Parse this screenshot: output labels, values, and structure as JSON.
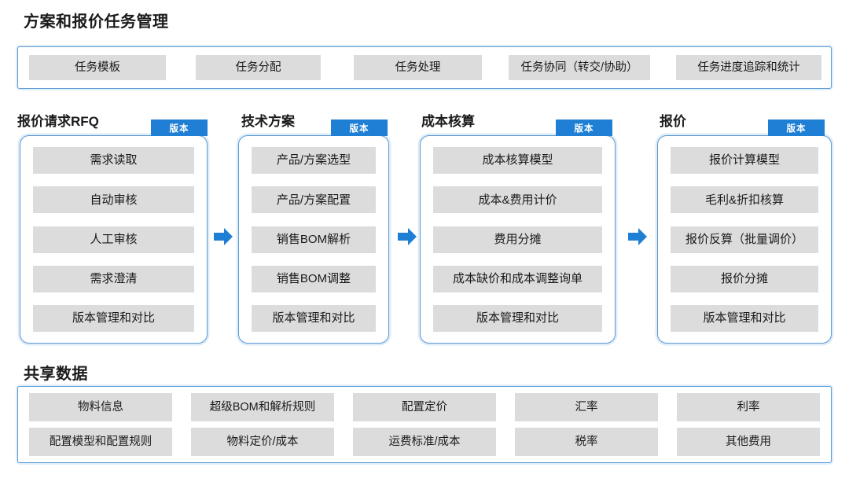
{
  "theme": {
    "accent_blue": "#1f7fd4",
    "border_blue": "#5b9bd5",
    "chip_gray": "#dcdcdc",
    "text_dark": "#1a1a1a",
    "page_bg": "#ffffff"
  },
  "top_section": {
    "title": "方案和报价任务管理",
    "items": [
      {
        "label": "任务模板"
      },
      {
        "label": "任务分配"
      },
      {
        "label": "任务处理"
      },
      {
        "label": "任务协同（转交/协助）"
      },
      {
        "label": "任务进度追踪和统计"
      }
    ]
  },
  "stages": [
    {
      "title": "报价请求RFQ",
      "badge": "版本",
      "items": [
        "需求读取",
        "自动审核",
        "人工审核",
        "需求澄清",
        "版本管理和对比"
      ]
    },
    {
      "title": "技术方案",
      "badge": "版本",
      "items": [
        "产品/方案选型",
        "产品/方案配置",
        "销售BOM解析",
        "销售BOM调整",
        "版本管理和对比"
      ]
    },
    {
      "title": "成本核算",
      "badge": "版本",
      "items": [
        "成本核算模型",
        "成本&费用计价",
        "费用分摊",
        "成本缺价和成本调整询单",
        "版本管理和对比"
      ]
    },
    {
      "title": "报价",
      "badge": "版本",
      "items": [
        "报价计算模型",
        "毛利&折扣核算",
        "报价反算（批量调价）",
        "报价分摊",
        "版本管理和对比"
      ]
    }
  ],
  "arrows": [
    {
      "name": "arrow-rfq-to-solution"
    },
    {
      "name": "arrow-solution-to-cost"
    },
    {
      "name": "arrow-cost-to-quote"
    }
  ],
  "shared_section": {
    "title": "共享数据",
    "rows": [
      [
        "物料信息",
        "超级BOM和解析规则",
        "配置定价",
        "汇率",
        "利率"
      ],
      [
        "配置模型和配置规则",
        "物料定价/成本",
        "运费标准/成本",
        "税率",
        "其他费用"
      ]
    ]
  }
}
